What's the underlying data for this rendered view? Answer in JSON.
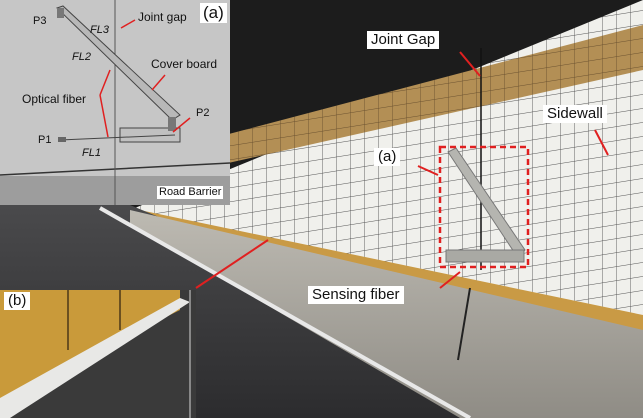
{
  "figure": {
    "main_photo": {
      "labels": {
        "joint_gap": "Joint Gap",
        "sidewall": "Sidewall",
        "panel_a_ref": "(a)",
        "sensing_fiber": "Sensing fiber"
      }
    },
    "inset_a": {
      "panel_label": "(a)",
      "labels": {
        "p1": "P1",
        "p2": "P2",
        "p3": "P3",
        "fl1": "FL1",
        "fl2": "FL2",
        "fl3": "FL3",
        "joint_gap": "Joint gap",
        "cover_board": "Cover board",
        "optical_fiber": "Optical fiber",
        "road_barrier": "Road Barrier"
      }
    },
    "inset_b": {
      "panel_label": "(b)"
    },
    "colors": {
      "annotation_arrow": "#e02020",
      "highlight_box": "#e02020",
      "tile_band": "#b8955a",
      "tile_white": "#f2f2ee"
    }
  }
}
